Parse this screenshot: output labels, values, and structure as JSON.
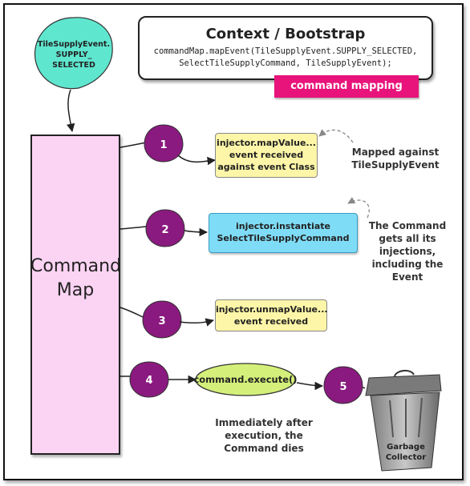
{
  "event_blob": {
    "line1": "TileSupplyEvent.",
    "line2": "SUPPLY_",
    "line3": "SELECTED"
  },
  "context": {
    "title": "Context / Bootstrap",
    "code_line1": "commandMap.mapEvent(TileSupplyEvent.SUPPLY_SELECTED,",
    "code_line2": "SelectTileSupplyCommand, TileSupplyEvent);",
    "tag": "command mapping"
  },
  "command_map": {
    "line1": "Command",
    "line2": "Map"
  },
  "steps": [
    {
      "number": "1",
      "box_line1": "injector.mapValue...",
      "box_line2": "event received",
      "box_line3": "against event Class",
      "note_line1": "Mapped against",
      "note_line2": "TileSupplyEvent"
    },
    {
      "number": "2",
      "box_line1": "injector.instantiate",
      "box_line2": "SelectTileSupplyCommand",
      "note_line1": "The Command",
      "note_line2": "gets all its",
      "note_line3": "injections,",
      "note_line4": "including the",
      "note_line5": "Event"
    },
    {
      "number": "3",
      "box_line1": "injector.unmapValue...",
      "box_line2": "event received"
    },
    {
      "number": "4",
      "box_line1": "command.execute()",
      "note_line1": "Immediately after",
      "note_line2": "execution, the",
      "note_line3": "Command dies"
    },
    {
      "number": "5"
    }
  ],
  "garbage": {
    "line1": "Garbage",
    "line2": "Collector"
  },
  "colors": {
    "circle": "#8a1a7f",
    "yellow_box": "#fdf6a8",
    "blue_box": "#7fdcf6",
    "green_ellipse": "#d4f07a",
    "teal_blob": "#5fe6cf",
    "magenta_tag": "#e8137b",
    "pink_map": "#fbd3f3"
  }
}
